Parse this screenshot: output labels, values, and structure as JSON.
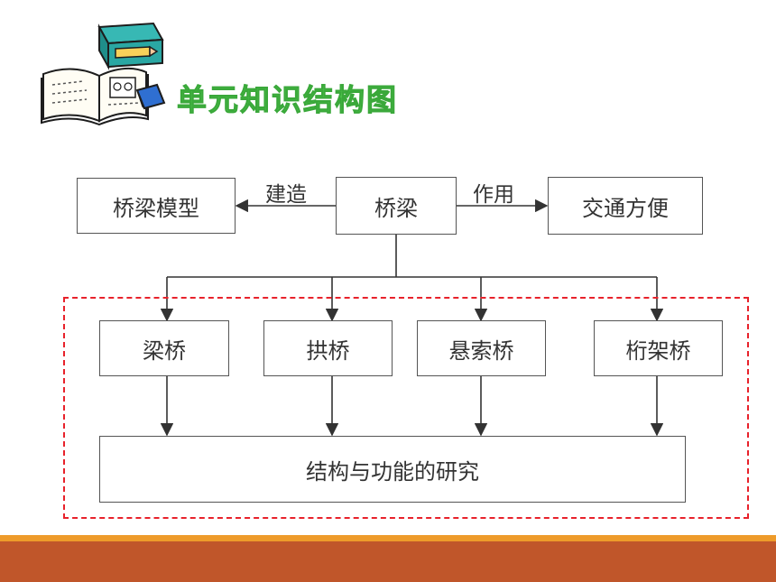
{
  "title": "单元知识结构图",
  "diagram": {
    "root": "桥梁",
    "left_node": "桥梁模型",
    "right_node": "交通方便",
    "left_edge_label": "建造",
    "right_edge_label": "作用",
    "types": [
      "梁桥",
      "拱桥",
      "悬索桥",
      "桁架桥"
    ],
    "bottom_node": "结构与功能的研究"
  },
  "colors": {
    "title": "#4cc24a",
    "dashed_frame": "#e8222b",
    "footer_band": "#c0562a",
    "footer_accent": "#ee9b2a"
  }
}
